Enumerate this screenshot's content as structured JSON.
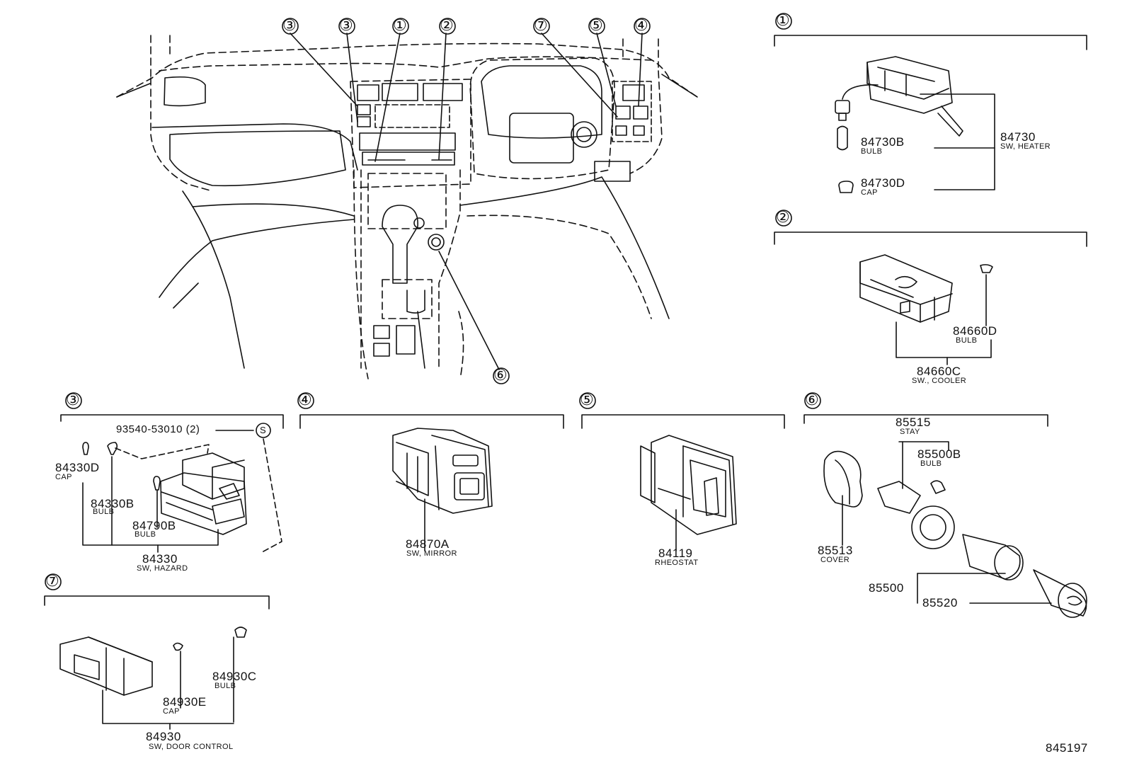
{
  "callouts": {
    "main_3a": "③",
    "main_3b": "③",
    "main_1": "①",
    "main_2": "②",
    "main_7": "⑦",
    "main_5": "⑤",
    "main_4": "④",
    "main_6": "⑥"
  },
  "sections": {
    "s1": {
      "marker": "①",
      "parts": [
        {
          "number": "84730",
          "desc": "SW, HEATER"
        },
        {
          "number": "84730B",
          "desc": "BULB"
        },
        {
          "number": "84730D",
          "desc": "CAP"
        }
      ]
    },
    "s2": {
      "marker": "②",
      "parts": [
        {
          "number": "84660D",
          "desc": "BULB"
        },
        {
          "number": "84660C",
          "desc": "SW., COOLER"
        }
      ]
    },
    "s3": {
      "marker": "③",
      "screw": "93540-53010 (2)",
      "screw_symbol": "S",
      "parts": [
        {
          "number": "84330D",
          "desc": "CAP"
        },
        {
          "number": "84330B",
          "desc": "BULB"
        },
        {
          "number": "84790B",
          "desc": "BULB"
        },
        {
          "number": "84330",
          "desc": "SW, HAZARD"
        }
      ]
    },
    "s4": {
      "marker": "④",
      "parts": [
        {
          "number": "84870A",
          "desc": "SW, MIRROR"
        }
      ]
    },
    "s5": {
      "marker": "⑤",
      "parts": [
        {
          "number": "84119",
          "desc": "RHEOSTAT"
        }
      ]
    },
    "s6": {
      "marker": "⑥",
      "parts": [
        {
          "number": "85515",
          "desc": "STAY"
        },
        {
          "number": "85500B",
          "desc": "BULB"
        },
        {
          "number": "85513",
          "desc": "COVER"
        },
        {
          "number": "85500",
          "desc": ""
        },
        {
          "number": "85520",
          "desc": ""
        }
      ]
    },
    "s7": {
      "marker": "⑦",
      "parts": [
        {
          "number": "84930C",
          "desc": "BULB"
        },
        {
          "number": "84930E",
          "desc": "CAP"
        },
        {
          "number": "84930",
          "desc": "SW, DOOR CONTROL"
        }
      ]
    }
  },
  "figure_number": "845197"
}
